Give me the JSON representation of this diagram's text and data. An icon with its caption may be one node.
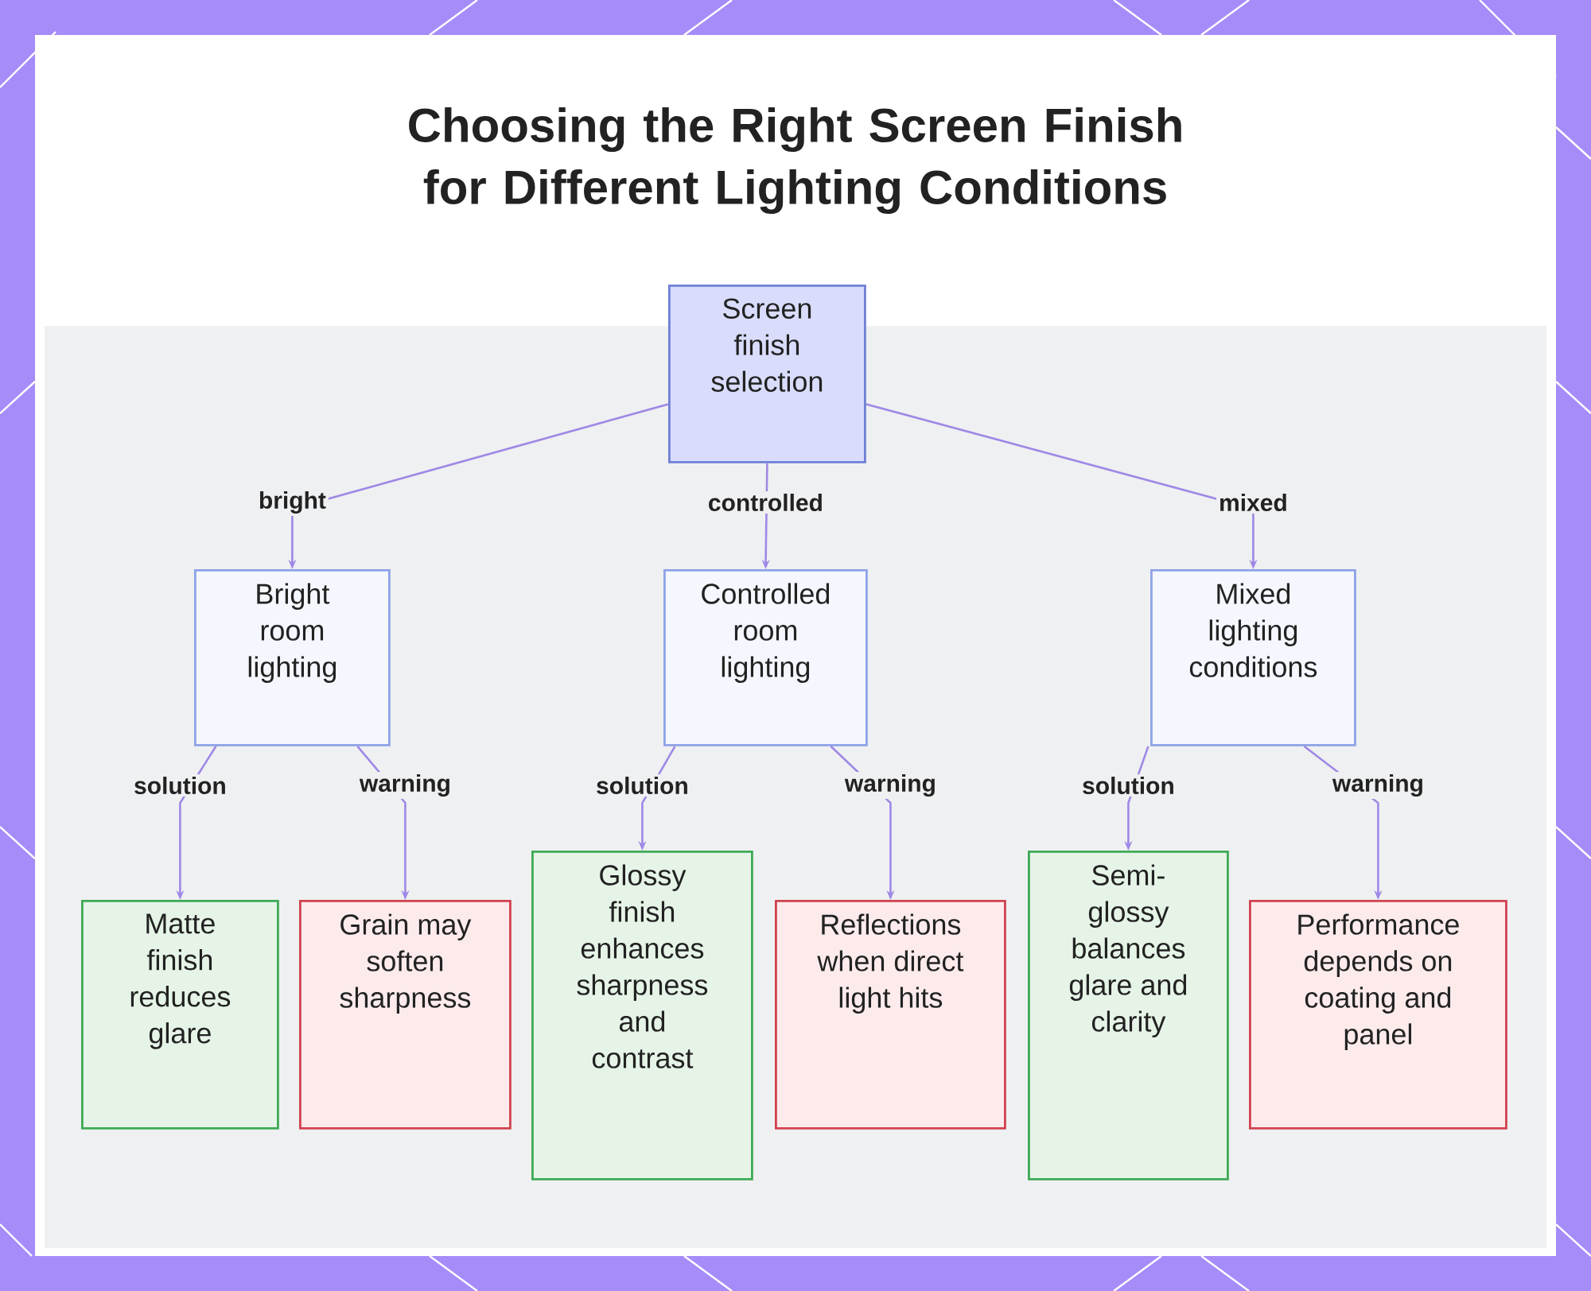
{
  "diagram": {
    "title": "Choosing the Right Screen Finish for Different Lighting Conditions",
    "nodes": [
      {
        "text": [
          "Screen finish selection"
        ]
      },
      {
        "text": [
          "Bright room lighting"
        ]
      },
      {
        "text": [
          "Controlled room lighting"
        ]
      },
      {
        "text": [
          "Mixed lighting conditions"
        ]
      },
      {
        "text": [
          "Matte finish reduces glare"
        ]
      },
      {
        "text": [
          "Grain may soften sharpness"
        ]
      },
      {
        "text": [
          "Glossy finish enhances sharpness and contrast"
        ]
      },
      {
        "text": [
          "Reflections when direct light hits"
        ]
      },
      {
        "text": [
          "Semi-glossy balances glare and clarity"
        ]
      },
      {
        "text": [
          "Performance depends on coating and panel"
        ]
      }
    ],
    "edges": [
      {
        "from": 0,
        "to": 1,
        "arrow": "to",
        "label": "bright"
      },
      {
        "from": 0,
        "to": 2,
        "arrow": "to",
        "label": "controlled"
      },
      {
        "from": 0,
        "to": 3,
        "arrow": "to",
        "label": "mixed"
      },
      {
        "from": 1,
        "to": 4,
        "arrow": "to",
        "label": "solution"
      },
      {
        "from": 1,
        "to": 5,
        "arrow": "to",
        "label": "warning"
      },
      {
        "from": 2,
        "to": 6,
        "arrow": "to",
        "label": "solution"
      },
      {
        "from": 2,
        "to": 7,
        "arrow": "to",
        "label": "warning"
      },
      {
        "from": 3,
        "to": 8,
        "arrow": "to",
        "label": "solution"
      },
      {
        "from": 3,
        "to": 9,
        "arrow": "to",
        "label": "warning"
      }
    ]
  }
}
